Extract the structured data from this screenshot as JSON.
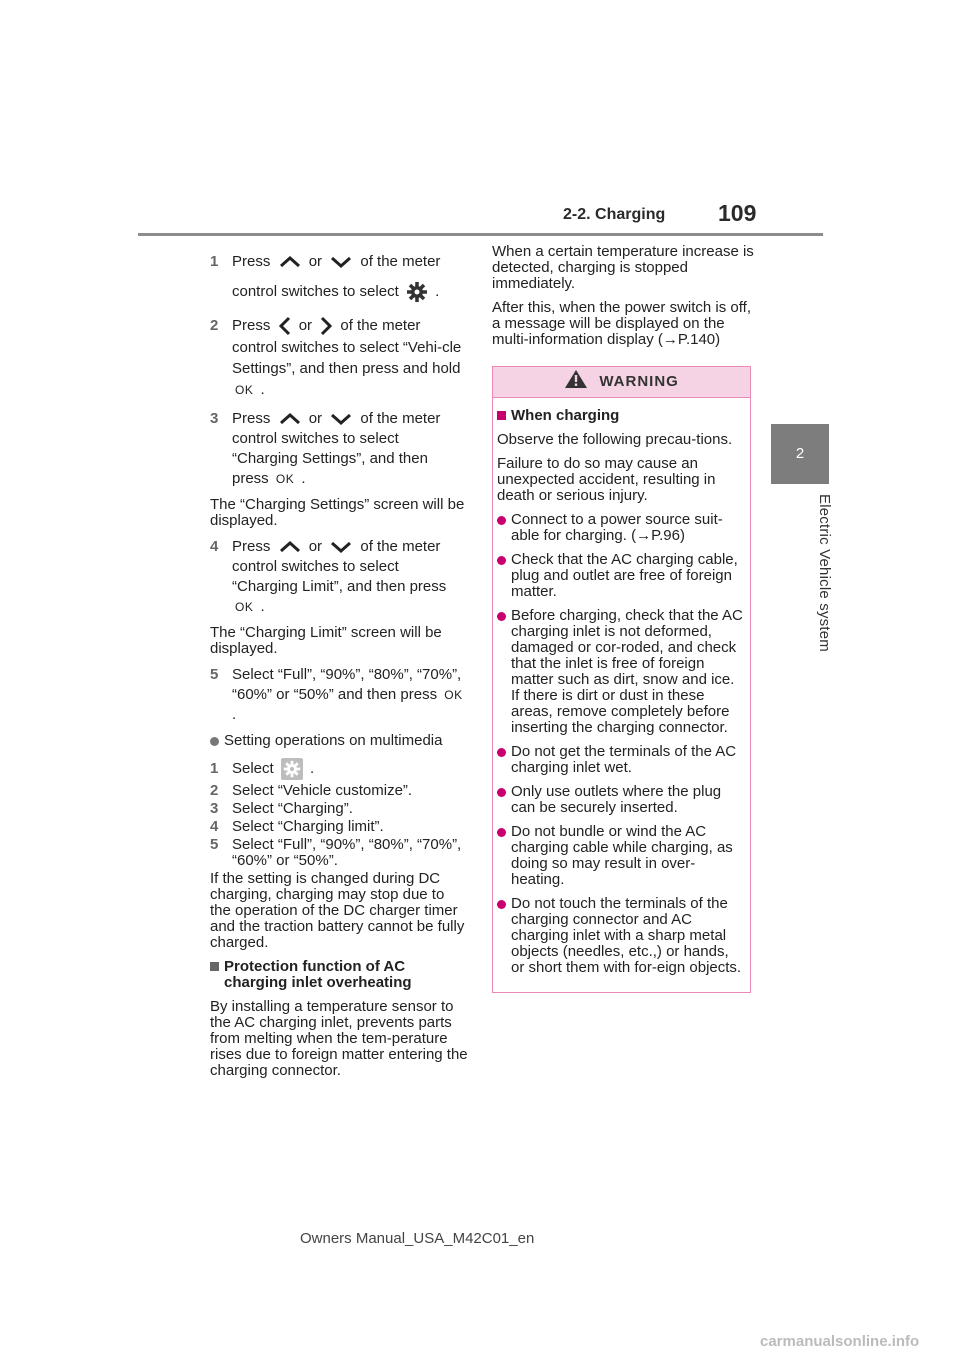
{
  "header": {
    "section": "2-2. Charging",
    "page_number": "109"
  },
  "side_tab": {
    "number": "2",
    "label": "Electric Vehicle system"
  },
  "footer": {
    "manual_id": "Owners Manual_USA_M42C01_en"
  },
  "watermark": "carmanualsonline.info",
  "left": {
    "step1": {
      "num": "1",
      "a": "Press",
      "b": "or",
      "c": "of the meter control switches to select",
      "d": "."
    },
    "step2": {
      "num": "2",
      "a": "Press",
      "b": "or",
      "c": "of the meter control switches to select “Vehi-cle Settings”, and then press and hold",
      "d": "."
    },
    "step3": {
      "num": "3",
      "a": "Press",
      "b": "or",
      "c": "of the meter control switches to select “Charging Settings”, and then press",
      "d": "."
    },
    "note1": "The “Charging Settings” screen will be displayed.",
    "step4": {
      "num": "4",
      "a": "Press",
      "b": "or",
      "c": "of the meter control switches to select “Charging Limit”, and then press",
      "d": "."
    },
    "note2": "The “Charging Limit” screen will be displayed.",
    "step5": {
      "num": "5",
      "text": "Select “Full”, “90%”, “80%”, “70%”, “60%” or “50%” and then press",
      "d": "."
    },
    "multimedia_heading": "Setting operations on multimedia",
    "mm1": {
      "num": "1",
      "text": "Select",
      "d": "."
    },
    "mm2": {
      "num": "2",
      "text": "Select “Vehicle customize”."
    },
    "mm3": {
      "num": "3",
      "text": "Select “Charging”."
    },
    "mm4": {
      "num": "4",
      "text": "Select “Charging limit”."
    },
    "mm5": {
      "num": "5",
      "text": "Select “Full”, “90%”, “80%”, “70%”, “60%” or “50%”."
    },
    "dc_note": "If the setting is changed during DC charging, charging may stop due to the operation of the DC charger timer and the traction battery cannot be fully charged.",
    "protection_heading": "Protection function of AC charging inlet overheating",
    "protection_text": "By installing a temperature sensor to the AC charging inlet, prevents parts from melting when the tem-perature rises due to foreign matter entering the charging connector.",
    "ok_label": "OK"
  },
  "right": {
    "continued1": "When a certain temperature increase is detected, charging is stopped immediately.",
    "continued2": "After this, when the power switch is off, a message will be displayed on the multi-information display (→P.140)",
    "warning": {
      "title": "WARNING",
      "heading": "When charging",
      "intro1": "Observe the following precau-tions.",
      "intro2": "Failure to do so may cause an unexpected accident, resulting in death or serious injury.",
      "items": [
        "Connect to a power source suit-able for charging. (→P.96)",
        "Check that the AC charging cable, plug and outlet are free of foreign matter.",
        "Before charging, check that the AC charging inlet is not deformed, damaged or cor-roded, and check that the inlet is free of foreign matter such as dirt, snow and ice. If there is dirt or dust in these areas, remove completely before inserting the charging connector.",
        "Do not get the terminals of the AC charging inlet wet.",
        "Only use outlets where the plug can be securely inserted.",
        "Do not bundle or wind the AC charging cable while charging, as doing so may result in over-heating.",
        "Do not touch the terminals of the charging connector and AC charging inlet with a sharp metal objects (needles, etc.,) or hands, or short them with for-eign objects."
      ]
    }
  }
}
